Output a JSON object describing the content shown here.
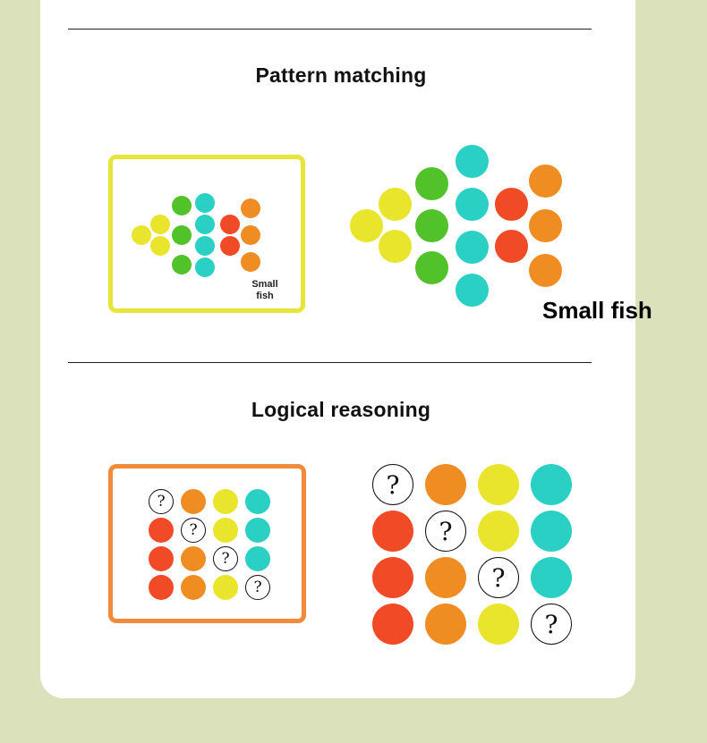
{
  "sections": [
    {
      "heading": "Pattern matching",
      "card_label_line1": "Small",
      "card_label_line2": "fish",
      "big_label": "Small fish"
    },
    {
      "heading": "Logical reasoning",
      "question_mark": "?"
    }
  ],
  "colors": {
    "yellow": "#e9e52d",
    "green": "#52c22b",
    "teal": "#29d0c3",
    "red": "#f04a26",
    "orange": "#f08d22",
    "card_yellow_border": "#e8e43a",
    "card_orange_border": "#ef8b3a",
    "background": "#dbe2bb"
  },
  "fish_pattern": {
    "columns": [
      {
        "color": "yellow",
        "count": 1
      },
      {
        "color": "yellow",
        "count": 2
      },
      {
        "color": "green",
        "count": 3
      },
      {
        "color": "teal",
        "count": 4
      },
      {
        "color": "red",
        "count": 2
      },
      {
        "color": "orange",
        "count": 3
      }
    ]
  },
  "logic_grid": {
    "columns": [
      "red",
      "orange",
      "yellow",
      "teal"
    ],
    "rows": 4,
    "unknown": "diagonal"
  }
}
